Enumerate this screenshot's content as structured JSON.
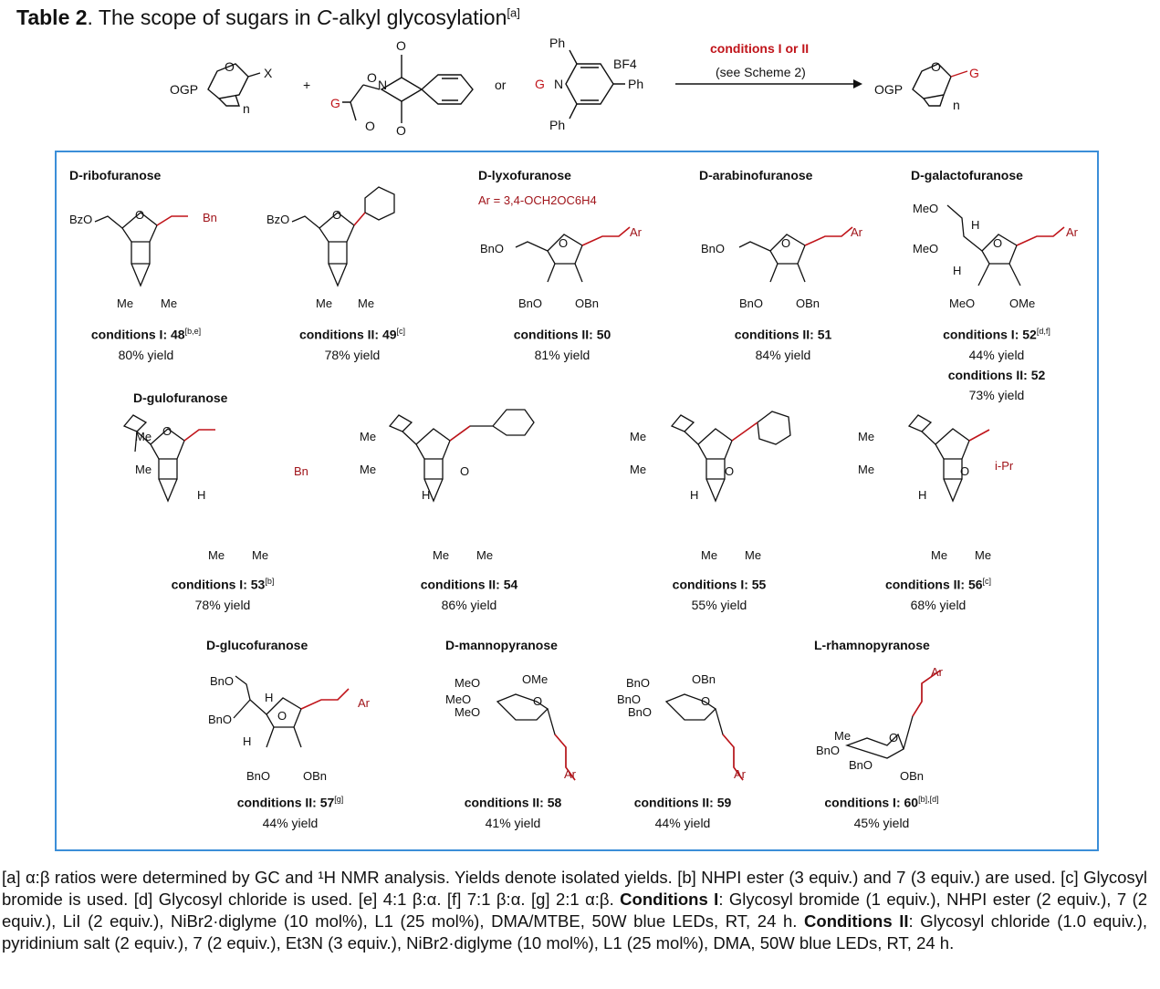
{
  "title": {
    "label": "Table 2",
    "text": ". The scope of sugars in ",
    "italic": "C",
    "rest": "-alkyl glycosylation",
    "note": "[a]"
  },
  "scheme": {
    "reagent_left": "OGP",
    "x_label": "X",
    "n_label": "n",
    "plus": "+",
    "or": "or",
    "g_label": "G",
    "o_label": "O",
    "n_atom": "N",
    "ph": "Ph",
    "bf4": "BF4",
    "arrow_top": "conditions I or II",
    "arrow_bottom": "(see Scheme 2)",
    "product_label": "OGP"
  },
  "sugars": {
    "ribo": "D-ribofuranose",
    "lyxo": "D-lyxofuranose",
    "lyxo_ar": "Ar = 3,4-OCH2OC6H4",
    "arabino": "D-arabinofuranose",
    "galacto": "D-galactofuranose",
    "gulo": "D-gulofuranose",
    "gluco": "D-glucofuranose",
    "manno": "D-mannopyranose",
    "rhamno": "L-rhamnopyranose"
  },
  "entries": [
    {
      "cond": "conditions I: 48",
      "sup": "[b,e]",
      "yield": "80% yield"
    },
    {
      "cond": "conditions II: 49",
      "sup": "[c]",
      "yield": "78% yield"
    },
    {
      "cond": "conditions II: 50",
      "sup": "",
      "yield": "81% yield"
    },
    {
      "cond": "conditions II: 51",
      "sup": "",
      "yield": "84% yield"
    },
    {
      "cond": "conditions I: 52",
      "sup": "[d,f]",
      "yield": "44% yield",
      "cond2": "conditions II: 52",
      "yield2": "73% yield"
    },
    {
      "cond": "conditions I: 53",
      "sup": "[b]",
      "yield": "78% yield"
    },
    {
      "cond": "conditions II: 54",
      "sup": "",
      "yield": "86% yield"
    },
    {
      "cond": "conditions I: 55",
      "sup": "",
      "yield": "55% yield"
    },
    {
      "cond": "conditions II: 56",
      "sup": "[c]",
      "yield": "68% yield"
    },
    {
      "cond": "conditions II: 57",
      "sup": "[g]",
      "yield": "44% yield"
    },
    {
      "cond": "conditions II: 58",
      "sup": "",
      "yield": "41% yield"
    },
    {
      "cond": "conditions II: 59",
      "sup": "",
      "yield": "44% yield"
    },
    {
      "cond": "conditions I: 60",
      "sup": "[b],[d]",
      "yield": "45% yield"
    }
  ],
  "atoms": {
    "bzo": "BzO",
    "bno": "BnO",
    "obn": "OBn",
    "o": "O",
    "me": "Me",
    "meo": "MeO",
    "ome": "OMe",
    "h": "H",
    "bn": "Bn",
    "ar": "Ar",
    "ipr": "i-Pr"
  },
  "footnotes": {
    "line1": "[a] α:β ratios were determined by GC and ¹H NMR analysis. Yields denote isolated yields. [b] NHPI ester (3 equiv.) and 7 (3 equiv.) are used. [c] Glycosyl bromide is used. [d] Glycosyl chloride is used. [e] 4:1 β:α. [f] 7:1 β:α. [g] 2:1 α:β.",
    "cond1_label": "Conditions I",
    "cond1_text": ": Glycosyl bromide (1 equiv.), NHPI ester (2 equiv.), 7 (2 equiv.), LiI (2 equiv.), NiBr2·diglyme (10 mol%), L1 (25 mol%), DMA/MTBE, 50W blue LEDs, RT, 24 h.",
    "cond2_label": "Conditions II",
    "cond2_text": ": Glycosyl chloride (1.0 equiv.), pyridinium salt (2 equiv.), 7 (2 equiv.), Et3N (3 equiv.), NiBr2·diglyme (10 mol%), L1 (25 mol%), DMA, 50W blue LEDs, RT, 24 h."
  },
  "colors": {
    "accent_red": "#c0141a",
    "box_border": "#3b8ed8"
  }
}
